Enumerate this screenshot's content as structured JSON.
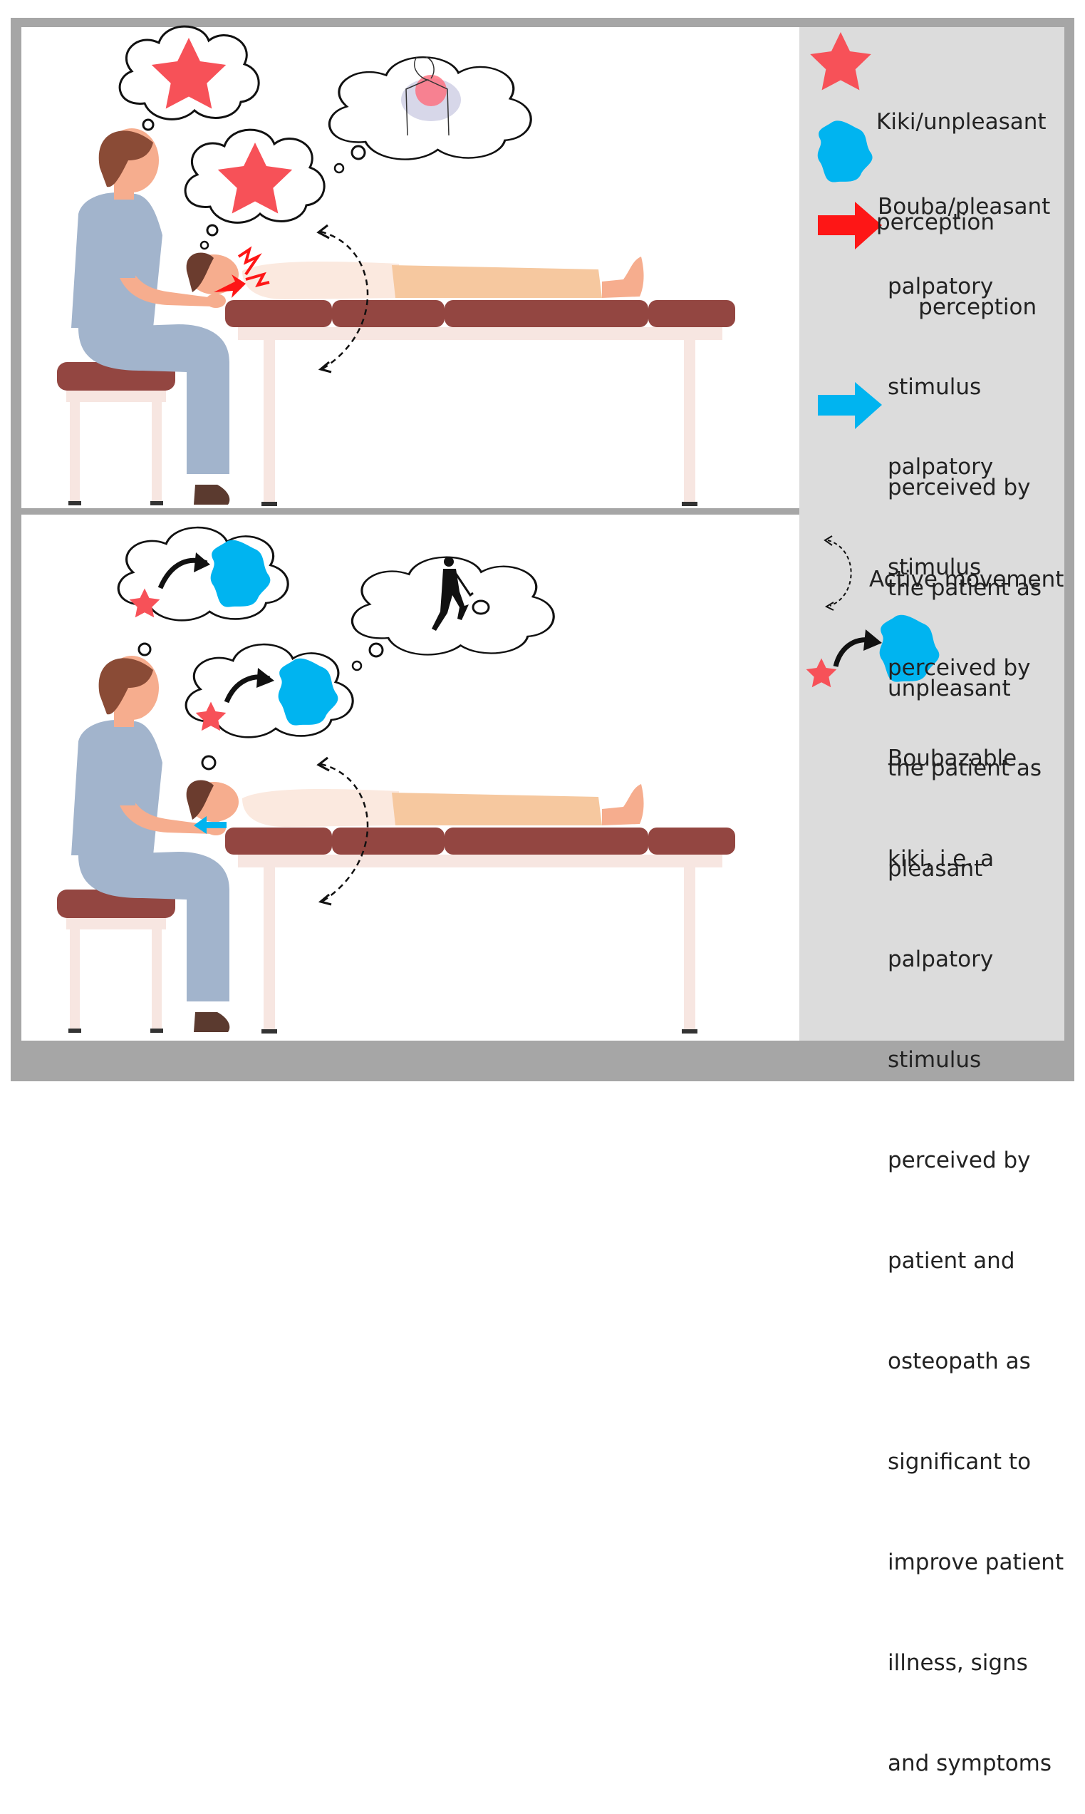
{
  "colors": {
    "kiki_red": "#f75158",
    "bouba_blue": "#00b4f0",
    "arrow_red": "#fe1616",
    "table_brown": "#934641",
    "scrubs_blue": "#a2b4cc",
    "skin": "#f6ad8e",
    "panel_grey": "#dcdcdc",
    "frame_grey": "#a6a6a6"
  },
  "legend": {
    "kiki": {
      "icon": "red-star-icon",
      "line1": "Kiki/unpleasant",
      "line2": "perception"
    },
    "bouba": {
      "icon": "blue-blob-icon",
      "line1": "Bouba/pleasant",
      "line2": "perception"
    },
    "unpleasant_stimulus": {
      "icon": "red-arrow-icon",
      "lines": [
        "palpatory",
        "stimulus",
        "perceived by",
        "the patient as",
        "unpleasant"
      ]
    },
    "pleasant_stimulus": {
      "icon": "blue-arrow-icon",
      "lines": [
        "palpatory",
        "stimulus",
        "perceived by",
        "the patient as",
        "pleasant"
      ]
    },
    "active_movement": {
      "icon": "dashed-curved-arrow-icon",
      "label": "Active movement"
    },
    "boubazable": {
      "icon": "star-to-blob-icon",
      "lines": [
        "Boubazable",
        "kiki, i.e. a",
        "palpatory",
        "stimulus",
        "perceived by",
        "patient and",
        "osteopath as",
        "significant to",
        "improve patient",
        "illness, signs",
        "and symptoms"
      ]
    }
  },
  "panels": {
    "top": {
      "thoughts": [
        "kiki-star",
        "kiki-star",
        "shoulder-pain-figure"
      ]
    },
    "bottom": {
      "thoughts": [
        "kiki-to-bouba",
        "kiki-to-bouba",
        "tennis-player"
      ]
    }
  }
}
